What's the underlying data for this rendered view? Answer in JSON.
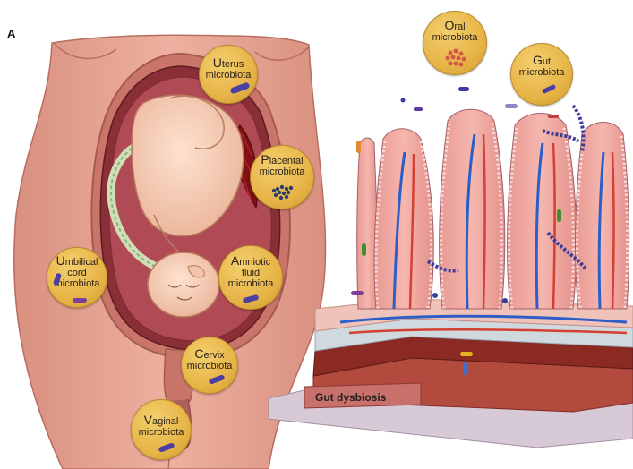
{
  "figure": {
    "panel_letter": "A",
    "bubbles": {
      "uterus": {
        "initial": "U",
        "rest": "terus",
        "line2": "microbiota"
      },
      "placental": {
        "initial": "P",
        "rest": "lacental",
        "line2": "microbiota"
      },
      "amniotic": {
        "initial": "A",
        "rest": "mniotic",
        "line2": "fluid",
        "line3": "microbiota"
      },
      "umbilical": {
        "initial": "U",
        "rest": "mbilical",
        "line2": "cord",
        "line3": "microbiota"
      },
      "cervix": {
        "initial": "C",
        "rest": "ervix",
        "line2": "microbiota"
      },
      "vaginal": {
        "initial": "V",
        "rest": "aginal",
        "line2": "microbiota"
      },
      "oral": {
        "initial": "O",
        "rest": "ral",
        "line2": "microbiota"
      },
      "gut": {
        "initial": "G",
        "rest": "ut",
        "line2": "microbiota"
      }
    },
    "gut_tissue_label": "Gut dysbiosis"
  }
}
